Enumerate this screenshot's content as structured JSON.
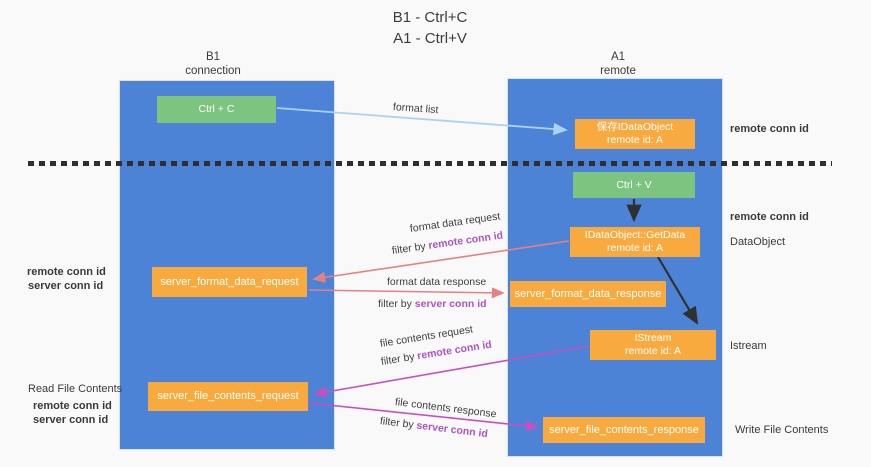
{
  "title": {
    "line1": "B1 - Ctrl+C",
    "line2": "A1 - Ctrl+V"
  },
  "columns": {
    "left": {
      "name_line1": "B1",
      "name_line2": "connection"
    },
    "right": {
      "name_line1": "A1",
      "name_line2": "remote"
    }
  },
  "nodes": {
    "ctrl_c": "Ctrl + C",
    "ctrl_v": "Ctrl + V",
    "save_idataobject": {
      "line1": "保存IDataObject",
      "line2": "remote id: A"
    },
    "idataobject_getdata": {
      "line1": "IDataObject::GetData",
      "line2": "remote id: A"
    },
    "istream": {
      "line1": "IStream",
      "line2": "remote id: A"
    },
    "server_format_data_request": "server_format_data_request",
    "server_format_data_response": "server_format_data_response",
    "server_file_contents_request": "server_file_contents_request",
    "server_file_contents_response": "server_file_contents_response"
  },
  "flows": {
    "format_list": {
      "label": "format list"
    },
    "format_data_request": {
      "label": "format data request",
      "filter_prefix": "filter by ",
      "filter_id": "remote conn id"
    },
    "format_data_response": {
      "label": "format data response",
      "filter_prefix": "filter by ",
      "filter_id": "server conn id"
    },
    "file_contents_request": {
      "label": "file contents request",
      "filter_prefix": "filter by ",
      "filter_id": "remote conn id"
    },
    "file_contents_response": {
      "label": "file contents response",
      "filter_prefix": "filter by ",
      "filter_id": "server conn id"
    }
  },
  "side_labels": {
    "right_remote_conn_top": "remote conn id",
    "right_remote_conn_mid": "remote conn id",
    "right_dataobject": "DataObject",
    "right_istream": "Istream",
    "right_write_file": "Write File Contents",
    "left_remote_conn_top": "remote conn id",
    "left_server_conn_top": "server conn id",
    "left_read_file": "Read File Contents",
    "left_remote_conn_bottom": "remote conn id",
    "left_server_conn_bottom": "server conn id"
  },
  "colors": {
    "bg": "#f9f9f9",
    "column-blue": "#4c83d6",
    "node-orange": "#f9aa3e",
    "node-green": "#7dc480",
    "label-purple": "#ad53c3",
    "label-green": "#5cb85f",
    "arrow-lightblue": "#a9d3f2",
    "arrow-salmon": "#e88080",
    "arrow-magenta": "#c94fc0",
    "arrow-black": "#303030"
  }
}
